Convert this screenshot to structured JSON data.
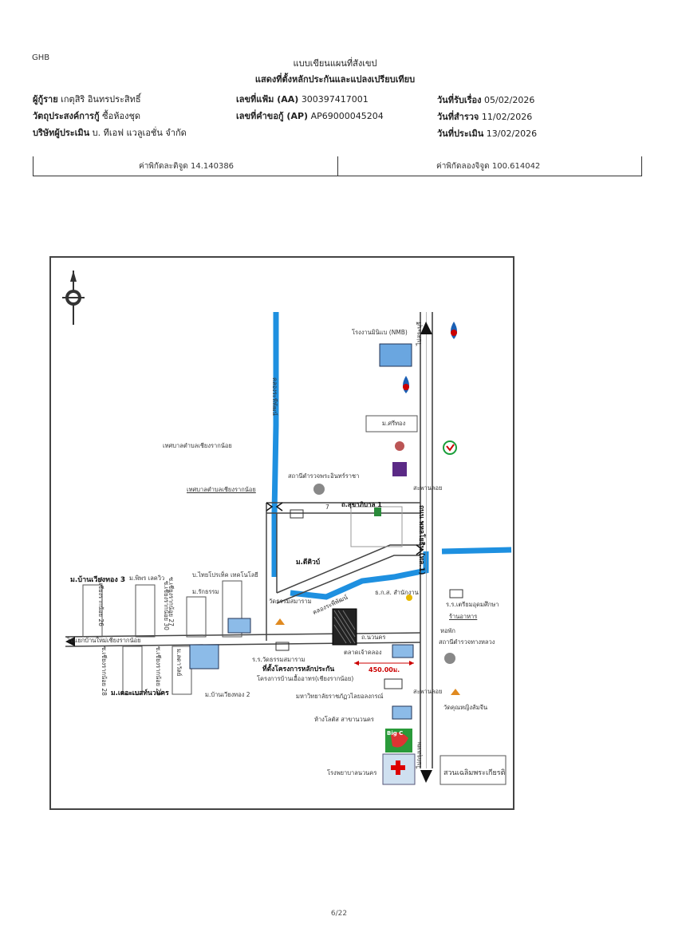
{
  "header": {
    "org": "GHB",
    "title_line1": "แบบเขียนแผนที่สังเขป",
    "title_line2": "แสดงที่ตั้งหลักประกันและแปลงเปรียบเทียบ"
  },
  "info": {
    "borrower_label": "ผู้กู้ราย",
    "borrower": "เกตุสิริ อินทรประสิทธิ์",
    "purpose_label": "วัตถุประสงค์การกู้",
    "purpose": "ซื้อห้องชุด",
    "appraiser_label": "บริษัทผู้ประเมิน",
    "appraiser": "บ. ทีเอฟ แวลูเอชั่น จำกัด",
    "file_label": "เลขที่แฟ้ม (AA)",
    "file_no": "300397417001",
    "app_label": "เลขที่คำขอกู้ (AP)",
    "app_no": "AP69000045204",
    "received_label": "วันที่รับเรื่อง",
    "received": "05/02/2026",
    "survey_label": "วันที่สำรวจ",
    "survey": "11/02/2026",
    "appraise_label": "วันที่ประเมิน",
    "appraise": "13/02/2026"
  },
  "coords": {
    "lat": "ค่าพิกัดละติจูด 14.140386",
    "lon": "ค่าพิกัดลองจิจูด 100.614042"
  },
  "map": {
    "labels": {
      "factory": "โรงงานมินิแบ (NMB)",
      "to_saraburi": "ไปสระบุรี",
      "to_bangkok": "ไปกรุงเทพ",
      "canal": "คลองระพีพัฒน์",
      "sritong": "ม.ศรีทอง",
      "municipality1": "เทศบาลตำบลเชียงรากน้อย",
      "municipality2": "เทศบาลตำบลเชียงรากน้อย",
      "police1": "สถานีตำรวจพระอินทร์ราชา",
      "bridge1": "สะพานลอย",
      "soi_sukhapiban": "ถ.สุขาภิบาล 1",
      "highway": "ถนน พหลโยธิน (ทล.1)",
      "deekwip": "ม.ดีคิวบ์",
      "ban_wiang3": "ม.บ้านเวียงทอง 3",
      "pipon": "ม.พิพร เลควิว",
      "thai_precision": "บ.ไทยโปรเท็ค เทคโนโลยี",
      "rukdham": "ม.รักธรรม",
      "soi_left": "ไปแยกบ้านใหม่เชียงรากน้อย",
      "wat_dham": "วัดธรรมสมาราม",
      "canal2": "คลองระพีพัฒน์",
      "bank_sms": "ธ.ก.ส. สำนักงาน",
      "school": "ร.ร.เตรียมอุดมศึกษา",
      "shop": "ร้านอาหาร",
      "housing": "หอพัก",
      "police2": "สถานีตำรวจทางหลวง",
      "market": "ตลาดเจ้าคลอง",
      "distance": "450.00ม.",
      "wat_school": "ร.ร.วัดธรรมสมาราม",
      "collateral": "ที่ตั้งโครงการหลักประกัน",
      "project": "โครงการบ้านเอื้ออาทร(เชียงรากน้อย)",
      "ladawan": "ม.เดอะเบสท์นวนคร",
      "ban_wiang2": "ม.บ้านเวียงทอง 2",
      "university": "มหาวิทยาลัยราชภัฏวไลยอลงกรณ์",
      "bridge2": "สะพานลอย",
      "wat_klang": "วัดคุณหญิงส้มจีน",
      "tesco": "ห้างโลตัส สาขานวนคร",
      "hospital": "โรงพยาบาลนวนคร",
      "park": "สวนเฉลิมพระเกียรติ",
      "soi_rd": "ถ.นวนคร",
      "soi_v1": "ซ.เชียงรากน้อย 26",
      "soi_v2": "ซ.เชียงรากน้อย 27",
      "soi_v3": "ซ.เชียงรากน้อย 28",
      "soi_v4": "ซ.เชียงรากน้อย 29",
      "soi_v5": "ซ.เชียงรากน้อย 30",
      "ladawan2": "ม.ลดาวัลย์",
      "seven": "7",
      "big_c": "Big C"
    },
    "colors": {
      "water": "#1e90e0",
      "compass": "#333333"
    }
  },
  "footer": {
    "page": "6/22"
  }
}
